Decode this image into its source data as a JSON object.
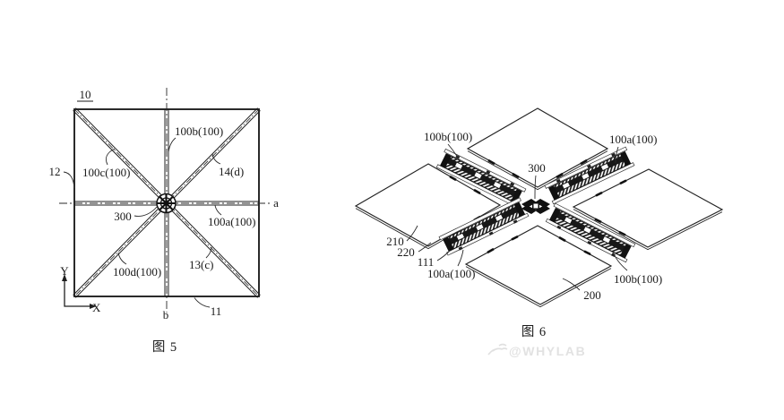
{
  "page": {
    "background": "#ffffff",
    "ink_color": "#1f1f1f",
    "watermark_color": "#e2e2e2"
  },
  "fig5": {
    "caption": "图 5",
    "labels": {
      "ref10": "10",
      "ref12": "12",
      "ref11": "11",
      "ref100b": "100b(100)",
      "ref100c": "100c(100)",
      "ref100a": "100a(100)",
      "ref100d": "100d(100)",
      "ref14d": "14(d)",
      "ref13c": "13(c)",
      "ref300": "300",
      "axis_a": "a",
      "axis_b": "b",
      "axis_x": "X",
      "axis_y": "Y"
    }
  },
  "fig6": {
    "caption": "图 6",
    "labels": {
      "ref100b_top": "100b(100)",
      "ref100a_top": "100a(100)",
      "ref300": "300",
      "ref210": "210",
      "ref220": "220",
      "ref111": "111",
      "ref100a_bottom": "100a(100)",
      "ref200": "200",
      "ref100b_bottom": "100b(100)"
    }
  },
  "watermark": {
    "text": "@WHYLAB"
  }
}
